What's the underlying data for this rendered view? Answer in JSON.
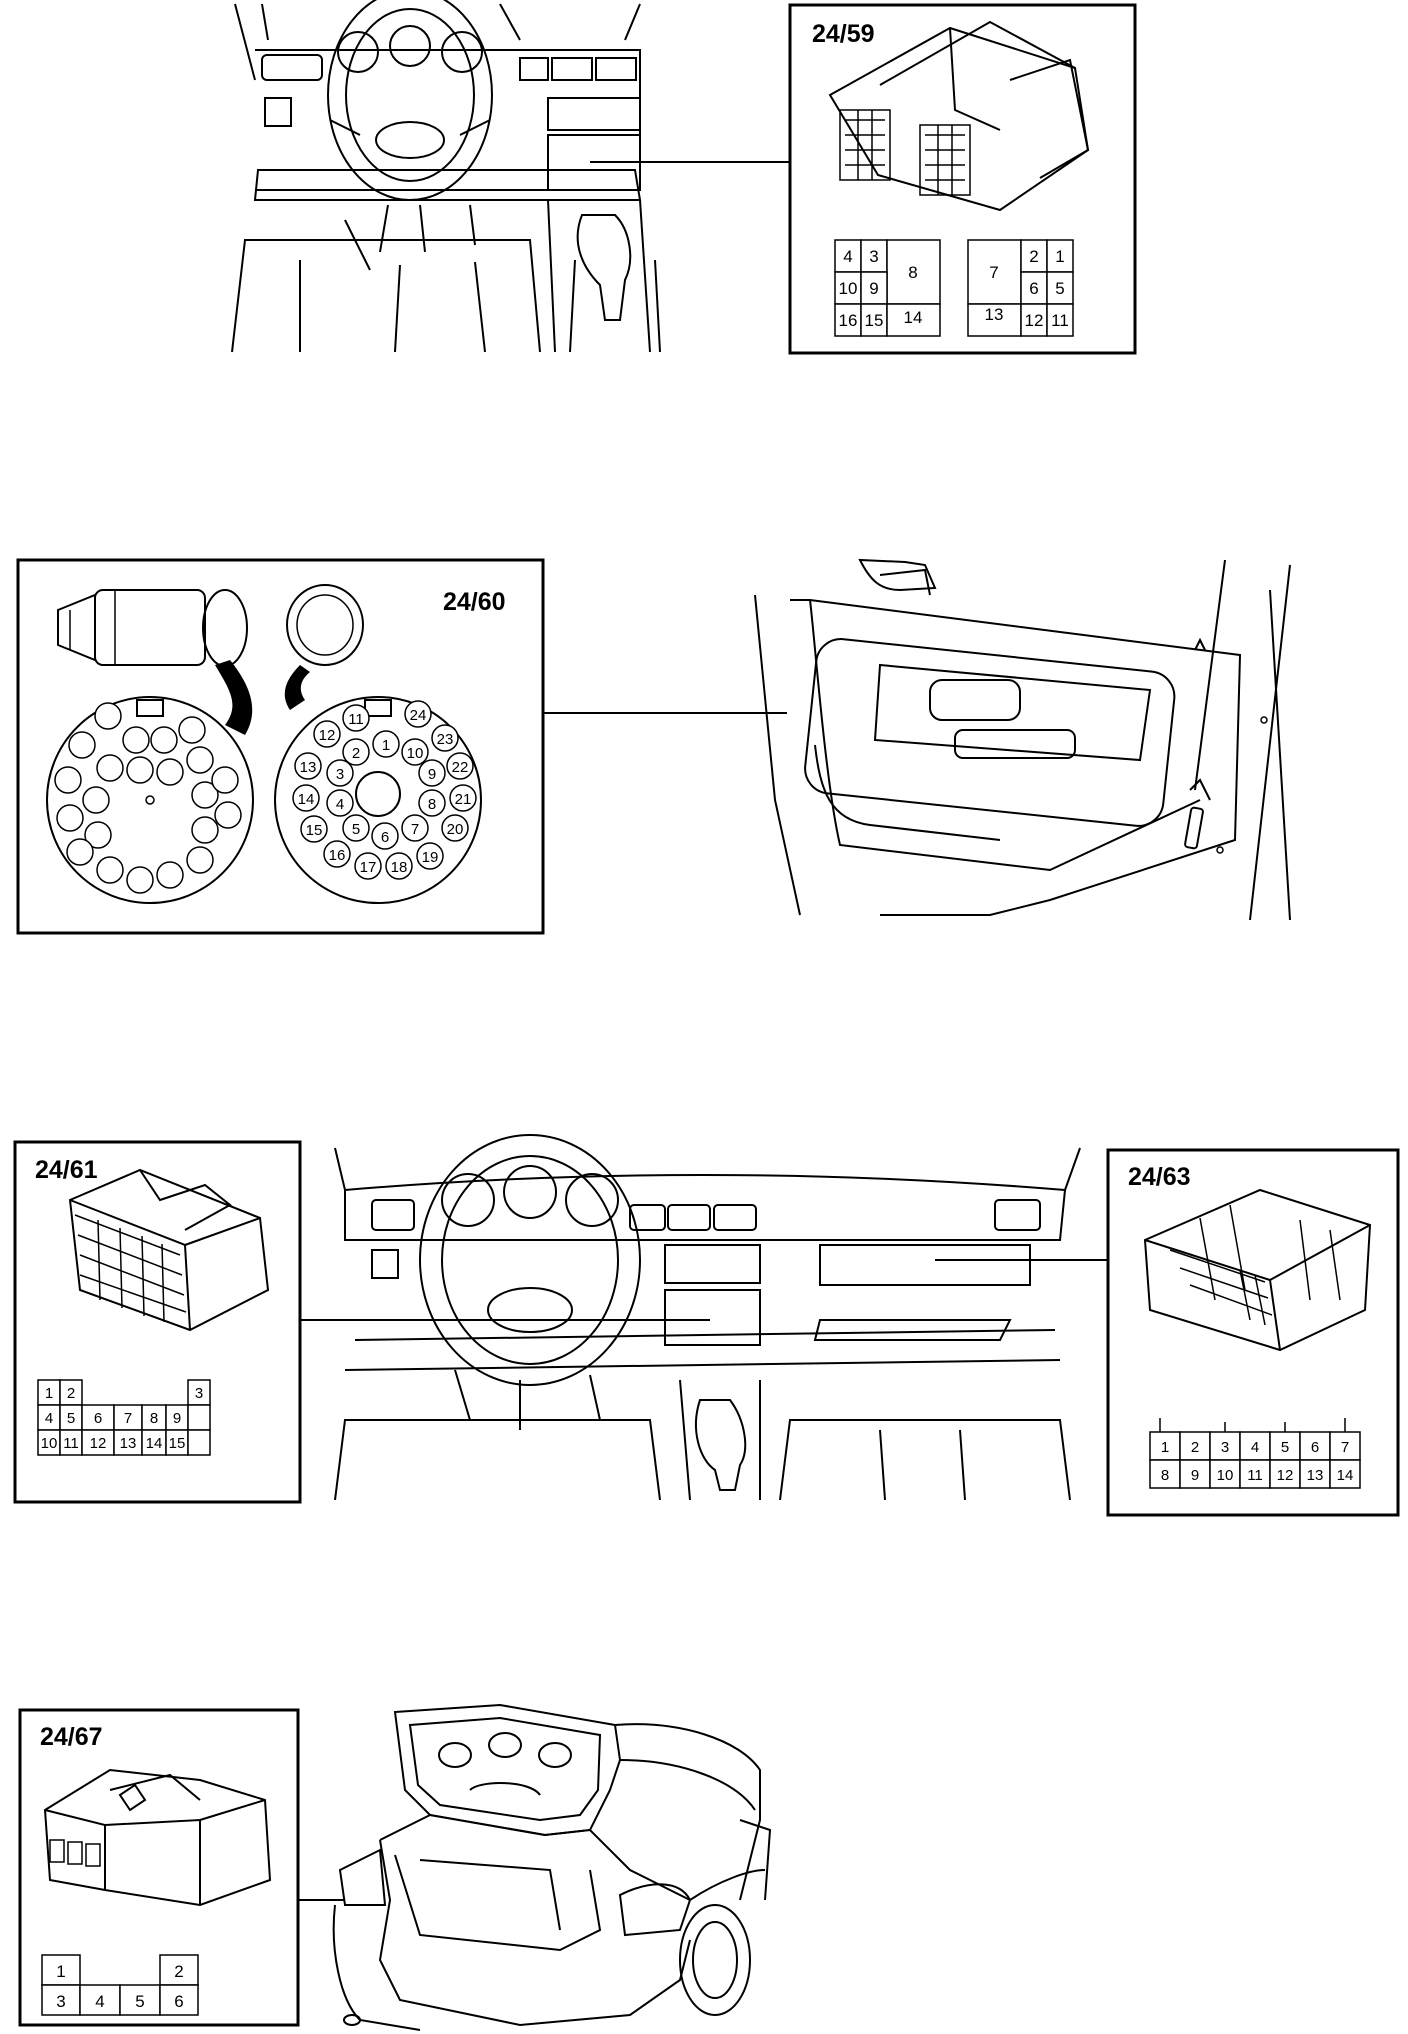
{
  "c2459": {
    "label": "24/59",
    "left_grid": [
      [
        "4",
        "3",
        "8"
      ],
      [
        "10",
        "9",
        ""
      ],
      [
        "16",
        "15",
        "14"
      ]
    ],
    "right_grid": [
      [
        "7",
        "2",
        "1"
      ],
      [
        "",
        "6",
        "5"
      ],
      [
        "13",
        "12",
        "11"
      ]
    ]
  },
  "c2460": {
    "label": "24/60",
    "pins": [
      "1",
      "2",
      "3",
      "4",
      "5",
      "6",
      "7",
      "8",
      "9",
      "10",
      "11",
      "12",
      "13",
      "14",
      "15",
      "16",
      "17",
      "18",
      "19",
      "20",
      "21",
      "22",
      "23",
      "24"
    ]
  },
  "c2461": {
    "label": "24/61",
    "row1": [
      "1",
      "2",
      "3"
    ],
    "row2": [
      "4",
      "5",
      "6",
      "7",
      "8",
      "9"
    ],
    "row3": [
      "10",
      "11",
      "12",
      "13",
      "14",
      "15"
    ]
  },
  "c2463": {
    "label": "24/63",
    "row1": [
      "1",
      "2",
      "3",
      "4",
      "5",
      "6",
      "7"
    ],
    "row2": [
      "8",
      "9",
      "10",
      "11",
      "12",
      "13",
      "14"
    ]
  },
  "c2467": {
    "label": "24/67",
    "row1": [
      "1",
      "2"
    ],
    "row2": [
      "3",
      "4",
      "5",
      "6"
    ]
  }
}
